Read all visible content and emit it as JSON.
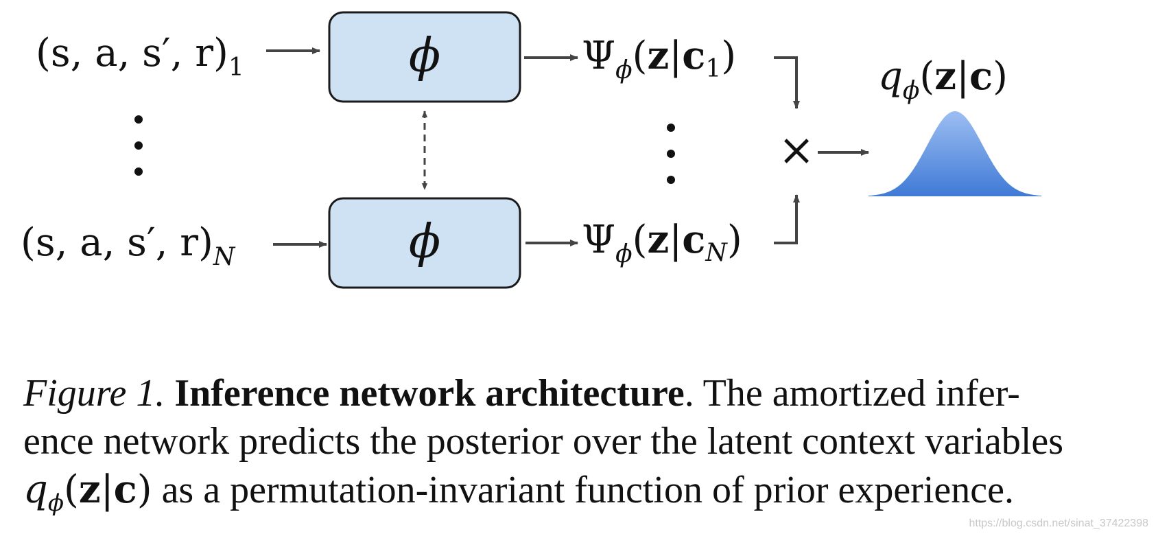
{
  "diagram": {
    "inputs": [
      {
        "main": "(s, a, s′, r)",
        "sub": "1"
      },
      {
        "main": "(s, a, s′, r)",
        "sub": "N"
      }
    ],
    "encoder_symbol": "ϕ",
    "factors": [
      {
        "psi": "Ψ",
        "psi_sub": "ϕ",
        "open": "(",
        "z": "z",
        "bar": "|",
        "c": "c",
        "c_sub": "1",
        "close": ")"
      },
      {
        "psi": "Ψ",
        "psi_sub": "ϕ",
        "open": "(",
        "z": "z",
        "bar": "|",
        "c": "c",
        "c_sub": "N",
        "close": ")"
      }
    ],
    "product_symbol": "×",
    "posterior": {
      "q": "q",
      "q_sub": "ϕ",
      "open": "(",
      "z": "z",
      "bar": "|",
      "c": "c",
      "close": ")"
    },
    "colors": {
      "box_fill": "#cfe2f3",
      "box_stroke": "#1a1a1a",
      "gauss_top": "#9dbef2",
      "gauss_bottom": "#3f7ad6",
      "arrow": "#444444"
    }
  },
  "caption": {
    "label": "Figure 1.",
    "title": "Inference network architecture",
    "text1": ". The amortized infer-",
    "text2": "ence network predicts the posterior over the latent context variables",
    "math_q": "q",
    "math_sub": "ϕ",
    "math_z": "z",
    "math_c": "c",
    "text3": " as a permutation-invariant function of prior experience."
  },
  "watermark": "https://blog.csdn.net/sinat_37422398"
}
